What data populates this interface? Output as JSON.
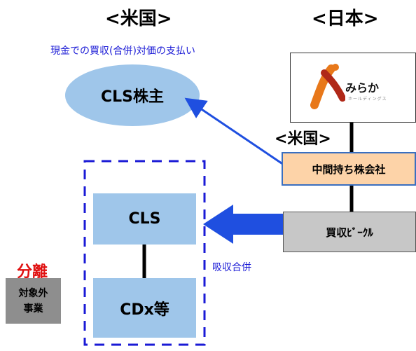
{
  "headers": {
    "us": "<米国>",
    "jp": "<日本>",
    "us_small": "<米国>"
  },
  "payment_note": "現金での買収(合併)対価の支払い",
  "nodes": {
    "cls_shareholders": "CLS株主",
    "logo": {
      "main": "みらか",
      "sub": "ホールディングス"
    },
    "intermediate_holding": "中間持ち株会社",
    "acquisition_vehicle": "買収ﾋﾞｰｸﾙ",
    "cls": "CLS",
    "cdx": "CDx等",
    "separation": "分離",
    "excluded_business_line1": "対象外",
    "excluded_business_line2": "事業"
  },
  "merger_label": "吸収合併",
  "colors": {
    "light_blue": "#9fc6ea",
    "orange": "#fdd3a8",
    "gray": "#c7c7c7",
    "dark_gray": "#8e8e8e",
    "arrow_blue": "#1f4fe0",
    "text_blue": "#1a1ad6",
    "red": "#e01010"
  }
}
